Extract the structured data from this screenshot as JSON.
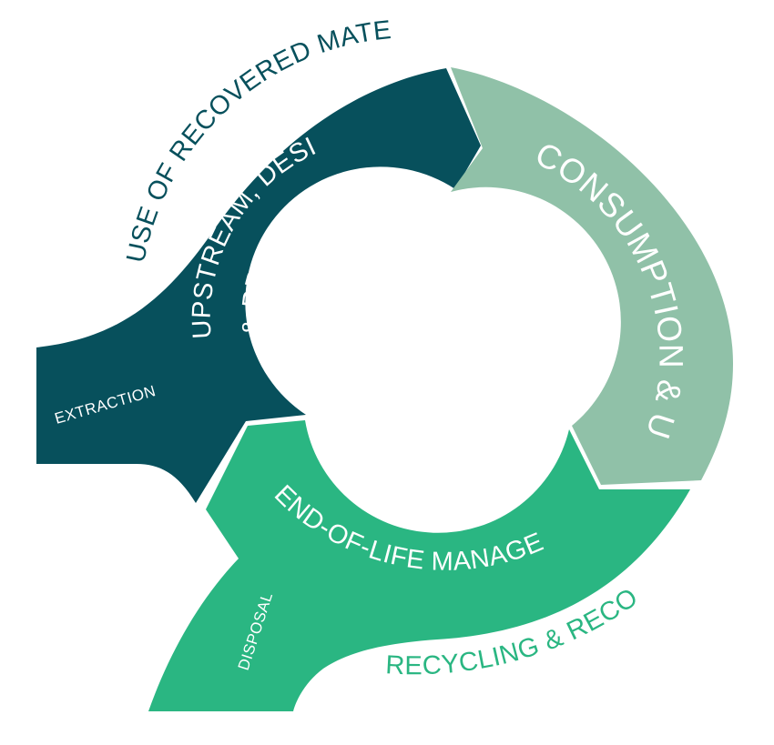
{
  "diagram": {
    "segments": {
      "upstream": {
        "line1": "UPSTREAM, DESIGN",
        "line2": "& PRODUCTION"
      },
      "consumption": {
        "label": "CONSUMPTION & USE"
      },
      "end_of_life": {
        "label": "END-OF-LIFE MANAGEMENT"
      }
    },
    "branches": {
      "extraction": "EXTRACTION",
      "disposal": "DISPOSAL"
    },
    "outer": {
      "recovered": "USE OF RECOVERED MATERIALS",
      "recycling": "RECYCLING & RECOVERY"
    },
    "colors": {
      "dark_teal": "#07505c",
      "sage": "#90c1a8",
      "green": "#2ab682",
      "background": "#ffffff"
    }
  }
}
